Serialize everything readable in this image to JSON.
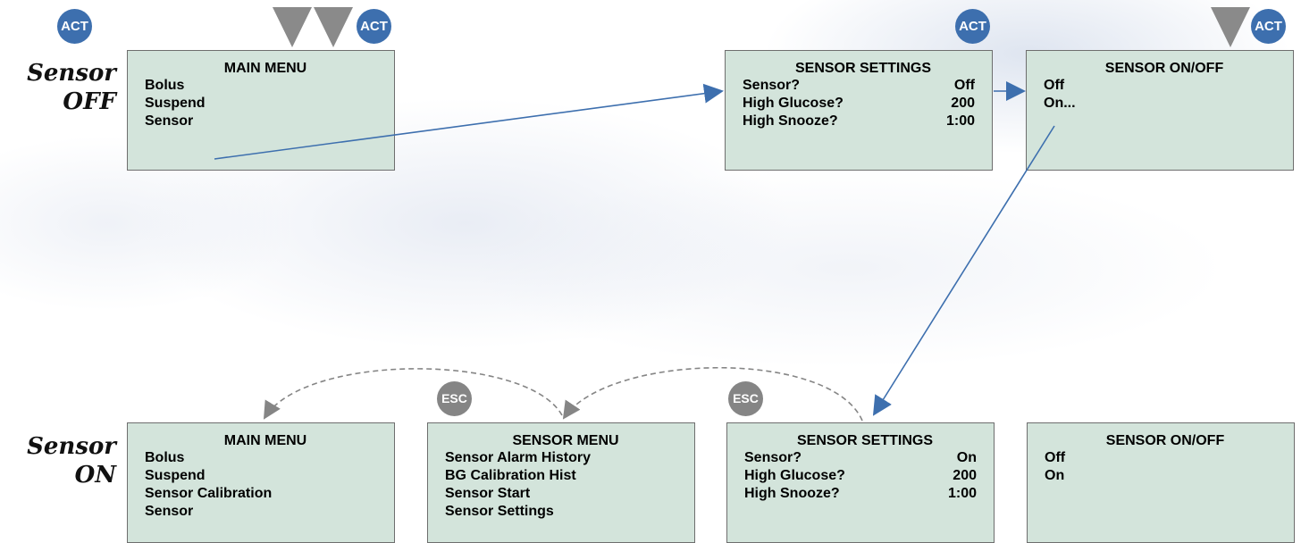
{
  "rows": {
    "off": {
      "label_line1": "Sensor",
      "label_line2": "OFF"
    },
    "on": {
      "label_line1": "Sensor",
      "label_line2": "ON"
    }
  },
  "buttons": {
    "act": "ACT",
    "esc": "ESC"
  },
  "screens": {
    "main_off": {
      "title": "MAIN MENU",
      "items": [
        "Bolus",
        "Suspend",
        "Sensor"
      ]
    },
    "settings_off": {
      "title": "SENSOR SETTINGS",
      "rows": [
        {
          "label": "Sensor?",
          "value": "Off"
        },
        {
          "label": "High Glucose?",
          "value": "200"
        },
        {
          "label": "High Snooze?",
          "value": "1:00"
        }
      ]
    },
    "onoff_top": {
      "title": "SENSOR ON/OFF",
      "items": [
        "Off",
        "On..."
      ]
    },
    "main_on": {
      "title": "MAIN MENU",
      "items": [
        "Bolus",
        "Suspend",
        "Sensor Calibration",
        "Sensor"
      ]
    },
    "sensor_menu": {
      "title": "SENSOR MENU",
      "items": [
        "Sensor Alarm History",
        "BG Calibration Hist",
        "Sensor Start",
        "Sensor Settings"
      ]
    },
    "settings_on": {
      "title": "SENSOR SETTINGS",
      "rows": [
        {
          "label": "Sensor?",
          "value": "On"
        },
        {
          "label": "High Glucose?",
          "value": "200"
        },
        {
          "label": "High Snooze?",
          "value": "1:00"
        }
      ]
    },
    "onoff_bottom": {
      "title": "SENSOR ON/OFF",
      "items": [
        "Off",
        "On"
      ]
    }
  },
  "colors": {
    "screen_bg": "#d3e4db",
    "act_button": "#3d6fae",
    "esc_button": "#858585",
    "down_triangle": "#8a8a8a",
    "flow_arrow": "#3d6fae",
    "back_arrow": "#858585"
  }
}
